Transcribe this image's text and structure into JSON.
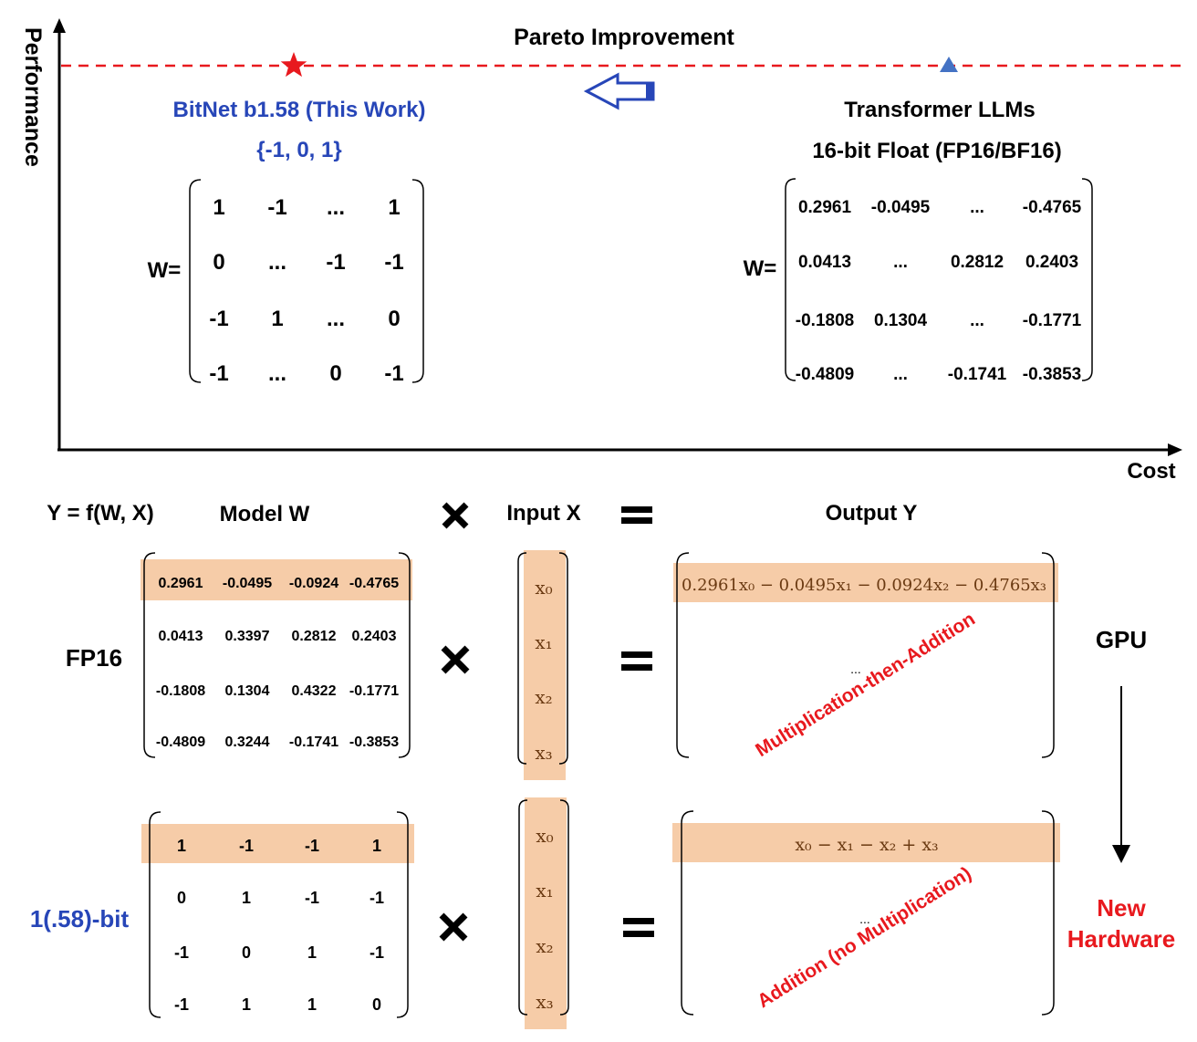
{
  "top": {
    "y_axis_label": "Performance",
    "x_axis_label": "Cost",
    "title": "Pareto Improvement",
    "bitnet": {
      "title": "BitNet b1.58 (This Work)",
      "values": "{-1, 0, 1}",
      "w_label": "W=",
      "matrix": [
        [
          "1",
          "-1",
          "...",
          "1"
        ],
        [
          "0",
          "...",
          "-1",
          "-1"
        ],
        [
          "-1",
          "1",
          "...",
          "0"
        ],
        [
          "-1",
          "...",
          "0",
          "-1"
        ]
      ]
    },
    "transformer": {
      "title": "Transformer LLMs",
      "subtitle": "16-bit Float (FP16/BF16)",
      "w_label": "W=",
      "matrix": [
        [
          "0.2961",
          "-0.0495",
          "...",
          "-0.4765"
        ],
        [
          "0.0413",
          "...",
          "0.2812",
          "0.2403"
        ],
        [
          "-0.1808",
          "0.1304",
          "...",
          "-0.1771"
        ],
        [
          "-0.4809",
          "...",
          "-0.1741",
          "-0.3853"
        ]
      ]
    }
  },
  "bottom": {
    "equation": "Y = f(W, X)",
    "model_header": "Model W",
    "input_header": "Input X",
    "output_header": "Output Y",
    "fp16": {
      "label": "FP16",
      "matrix": [
        [
          "0.2961",
          "-0.0495",
          "-0.0924",
          "-0.4765"
        ],
        [
          "0.0413",
          "0.3397",
          "0.2812",
          "0.2403"
        ],
        [
          "-0.1808",
          "0.1304",
          "0.4322",
          "-0.1771"
        ],
        [
          "-0.4809",
          "0.3244",
          "-0.1741",
          "-0.3853"
        ]
      ],
      "output_formula": "0.2961x₀ − 0.0495x₁ − 0.0924x₂ − 0.4765x₃",
      "ellipsis": "...",
      "annotation": "Multiplication-then-Addition",
      "hardware": "GPU"
    },
    "ternary": {
      "label": "1(.58)-bit",
      "matrix": [
        [
          "1",
          "-1",
          "-1",
          "1"
        ],
        [
          "0",
          "1",
          "-1",
          "-1"
        ],
        [
          "-1",
          "0",
          "1",
          "-1"
        ],
        [
          "-1",
          "1",
          "1",
          "0"
        ]
      ],
      "output_formula": "x₀ − x₁ − x₂ + x₃",
      "ellipsis": "...",
      "annotation": "Addition (no Multiplication)",
      "hardware_line1": "New",
      "hardware_line2": "Hardware"
    },
    "input_vector": [
      "x₀",
      "x₁",
      "x₂",
      "x₃"
    ]
  },
  "colors": {
    "blue": "#2746b8",
    "red": "#e8191e",
    "highlight": "#f6cca8",
    "triangle": "#4472c4"
  }
}
